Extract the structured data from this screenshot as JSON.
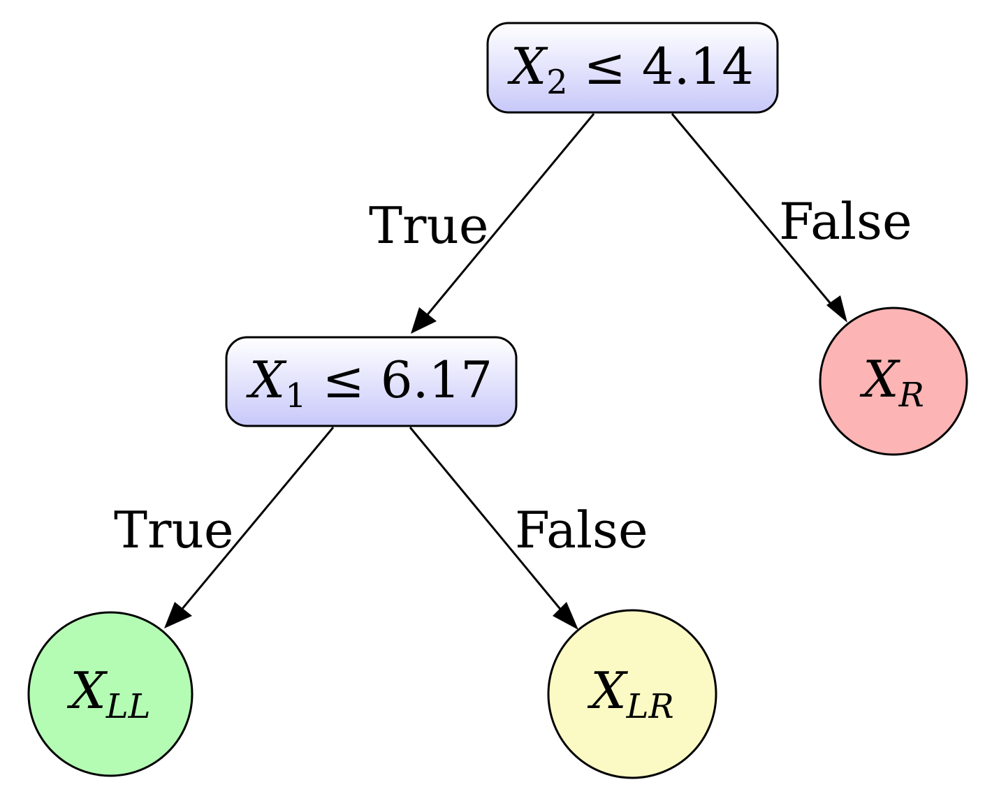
{
  "decision_nodes": {
    "root": {
      "variable": "X",
      "subscript": "2",
      "operator": "≤",
      "threshold": "4.14",
      "fill_top": "#ffffff",
      "fill_bottom": "#c8c8fa"
    },
    "left": {
      "variable": "X",
      "subscript": "1",
      "operator": "≤",
      "threshold": "6.17",
      "fill_top": "#ffffff",
      "fill_bottom": "#c8c8fa"
    }
  },
  "leaf_nodes": {
    "right": {
      "variable": "X",
      "subscript": "R",
      "fill": "#fcb4b4"
    },
    "left_left": {
      "variable": "X",
      "subscript": "LL",
      "fill": "#b4fcb4"
    },
    "left_right": {
      "variable": "X",
      "subscript": "LR",
      "fill": "#fcfac4"
    }
  },
  "edges": {
    "root_true": "True",
    "root_false": "False",
    "left_true": "True",
    "left_false": "False"
  }
}
